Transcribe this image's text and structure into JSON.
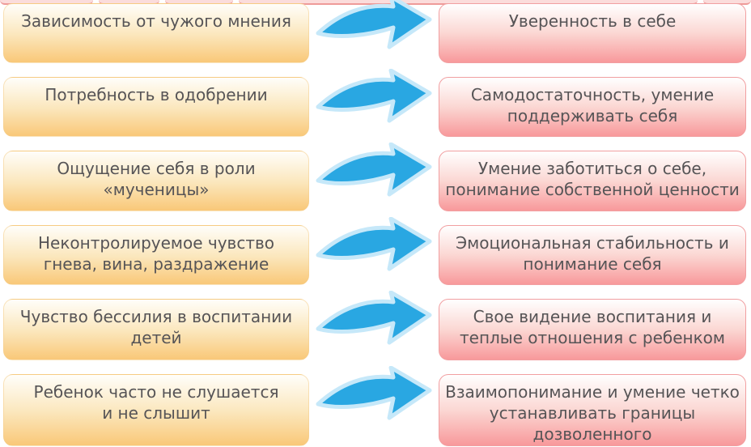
{
  "diagram": {
    "description": "before-after transformation infographic, Russian",
    "colors": {
      "left_box_top": "#FFFEFA",
      "left_box_bottom": "#F9C878",
      "right_box_top": "#FFFFFF",
      "right_box_bottom": "#F8999B",
      "right_box_border": "#F19FA1",
      "arrow_fill": "#29A7E2",
      "arrow_outline": "#C6E8F9",
      "text": "#565456",
      "remnant_fill": "#FBDCDB",
      "remnant_border": "#EE9B99"
    },
    "rows": [
      {
        "before_lines": [
          "Зависимость от чужого мнения"
        ],
        "after_lines": [
          "Уверенность в себе"
        ]
      },
      {
        "before_lines": [
          "Потребность в одобрении"
        ],
        "after_lines": [
          "Самодостаточность, умение",
          "поддерживать себя"
        ]
      },
      {
        "before_lines": [
          "Ощущение себя в роли",
          "«мученицы»"
        ],
        "after_lines": [
          "Умение заботиться о себе,",
          "понимание собственной ценности"
        ]
      },
      {
        "before_lines": [
          "Неконтролируемое чувство",
          "гнева, вина, раздражение"
        ],
        "after_lines": [
          "Эмоциональная стабильность и",
          "понимание себя"
        ]
      },
      {
        "before_lines": [
          "Чувство бессилия в воспитании",
          "детей"
        ],
        "after_lines": [
          "Свое видение воспитания и",
          "теплые отношения с ребенком"
        ]
      },
      {
        "before_lines": [
          "Ребенок часто не слушается",
          "и не слышит"
        ],
        "after_lines": [
          "Взаимопонимание и умение четко",
          "устанавливать границы",
          "дозволенного"
        ]
      }
    ]
  }
}
